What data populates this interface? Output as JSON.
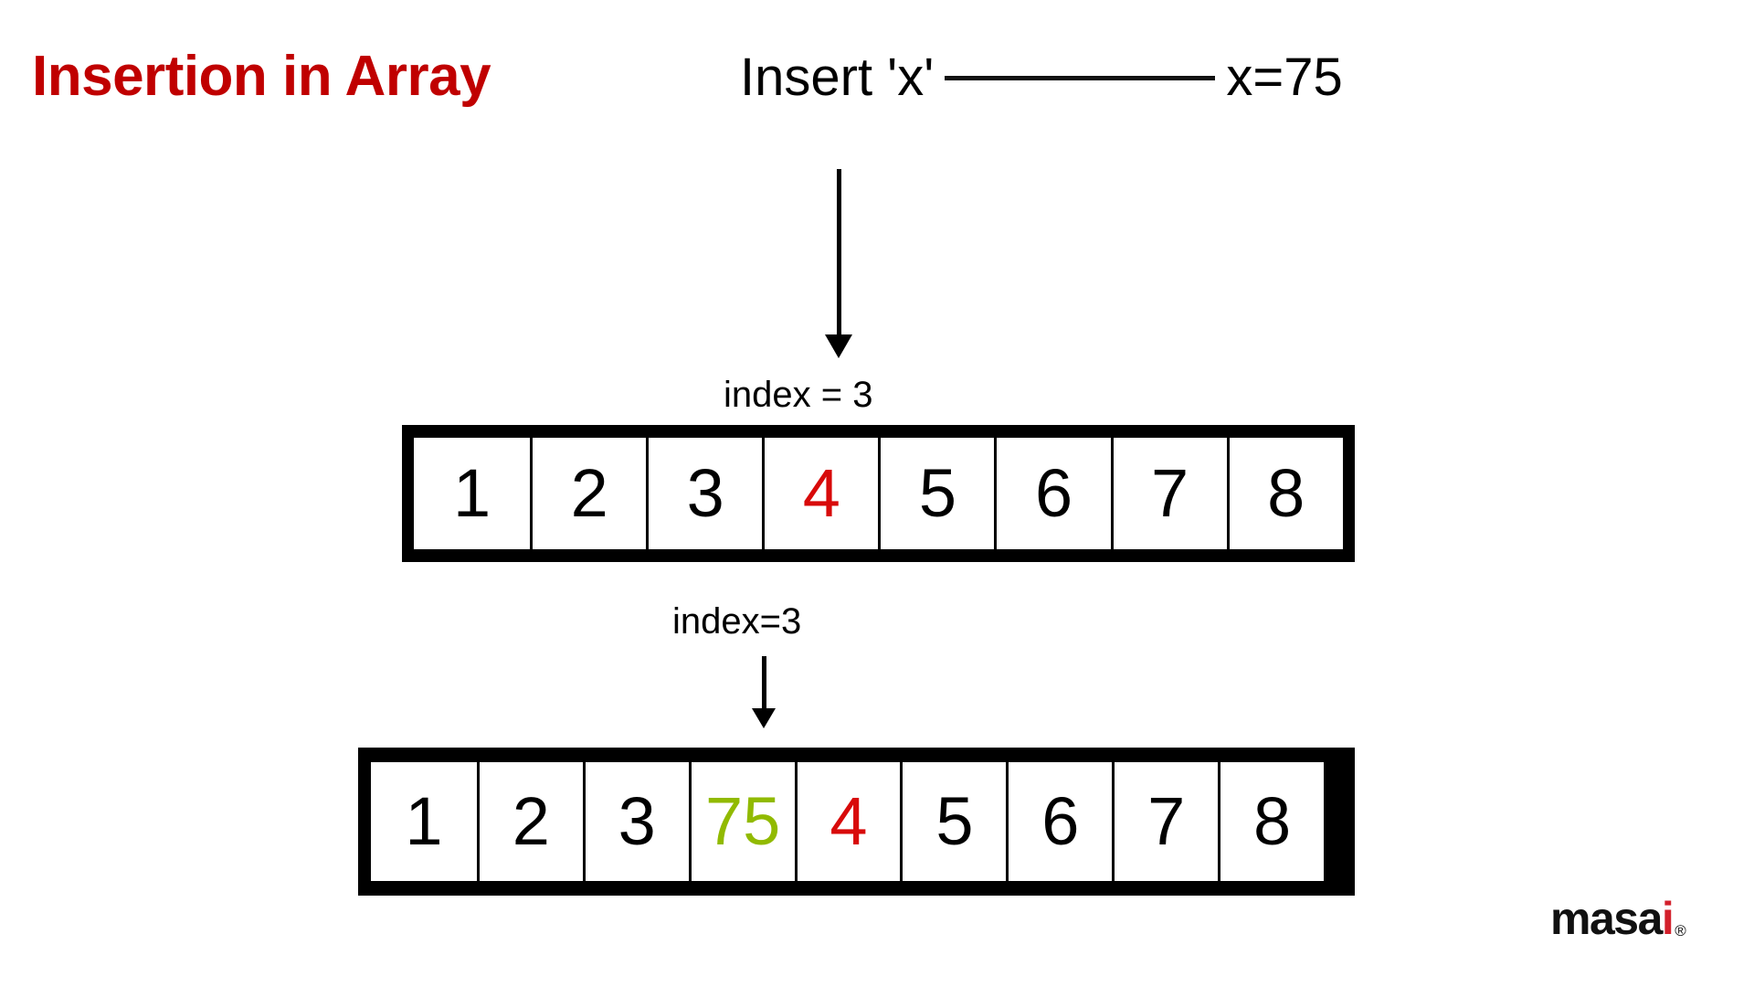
{
  "slide": {
    "title": "Insertion in Array",
    "title_color": "#C00000",
    "background": "#FFFFFF"
  },
  "header": {
    "operation_label": "Insert 'x'",
    "connector": "horizontal-line",
    "value_label": "x=75"
  },
  "pointers": {
    "arrow_to_array_one": "down-arrow",
    "index_label_one": "index = 3",
    "arrow_to_array_two": "down-arrow",
    "index_label_two": "index=3"
  },
  "arrays": [
    {
      "name": "array-original",
      "cells": [
        {
          "value": "1",
          "color": "#000000"
        },
        {
          "value": "2",
          "color": "#000000"
        },
        {
          "value": "3",
          "color": "#000000"
        },
        {
          "value": "4",
          "color": "#D80A0A"
        },
        {
          "value": "5",
          "color": "#000000"
        },
        {
          "value": "6",
          "color": "#000000"
        },
        {
          "value": "7",
          "color": "#000000"
        },
        {
          "value": "8",
          "color": "#000000"
        }
      ]
    },
    {
      "name": "array-result",
      "cells": [
        {
          "value": "1",
          "color": "#000000"
        },
        {
          "value": "2",
          "color": "#000000"
        },
        {
          "value": "3",
          "color": "#000000"
        },
        {
          "value": "75",
          "color": "#91BA00"
        },
        {
          "value": "4",
          "color": "#D80A0A"
        },
        {
          "value": "5",
          "color": "#000000"
        },
        {
          "value": "6",
          "color": "#000000"
        },
        {
          "value": "7",
          "color": "#000000"
        },
        {
          "value": "8",
          "color": "#000000"
        }
      ]
    }
  ],
  "brand": {
    "name_main": "masa",
    "name_accent": "i",
    "registered_mark": "®",
    "accent_color": "#D3202B"
  },
  "colors": {
    "title_red": "#C00000",
    "value_red": "#D80A0A",
    "inserted_green": "#91BA00",
    "outline_black": "#000000"
  }
}
